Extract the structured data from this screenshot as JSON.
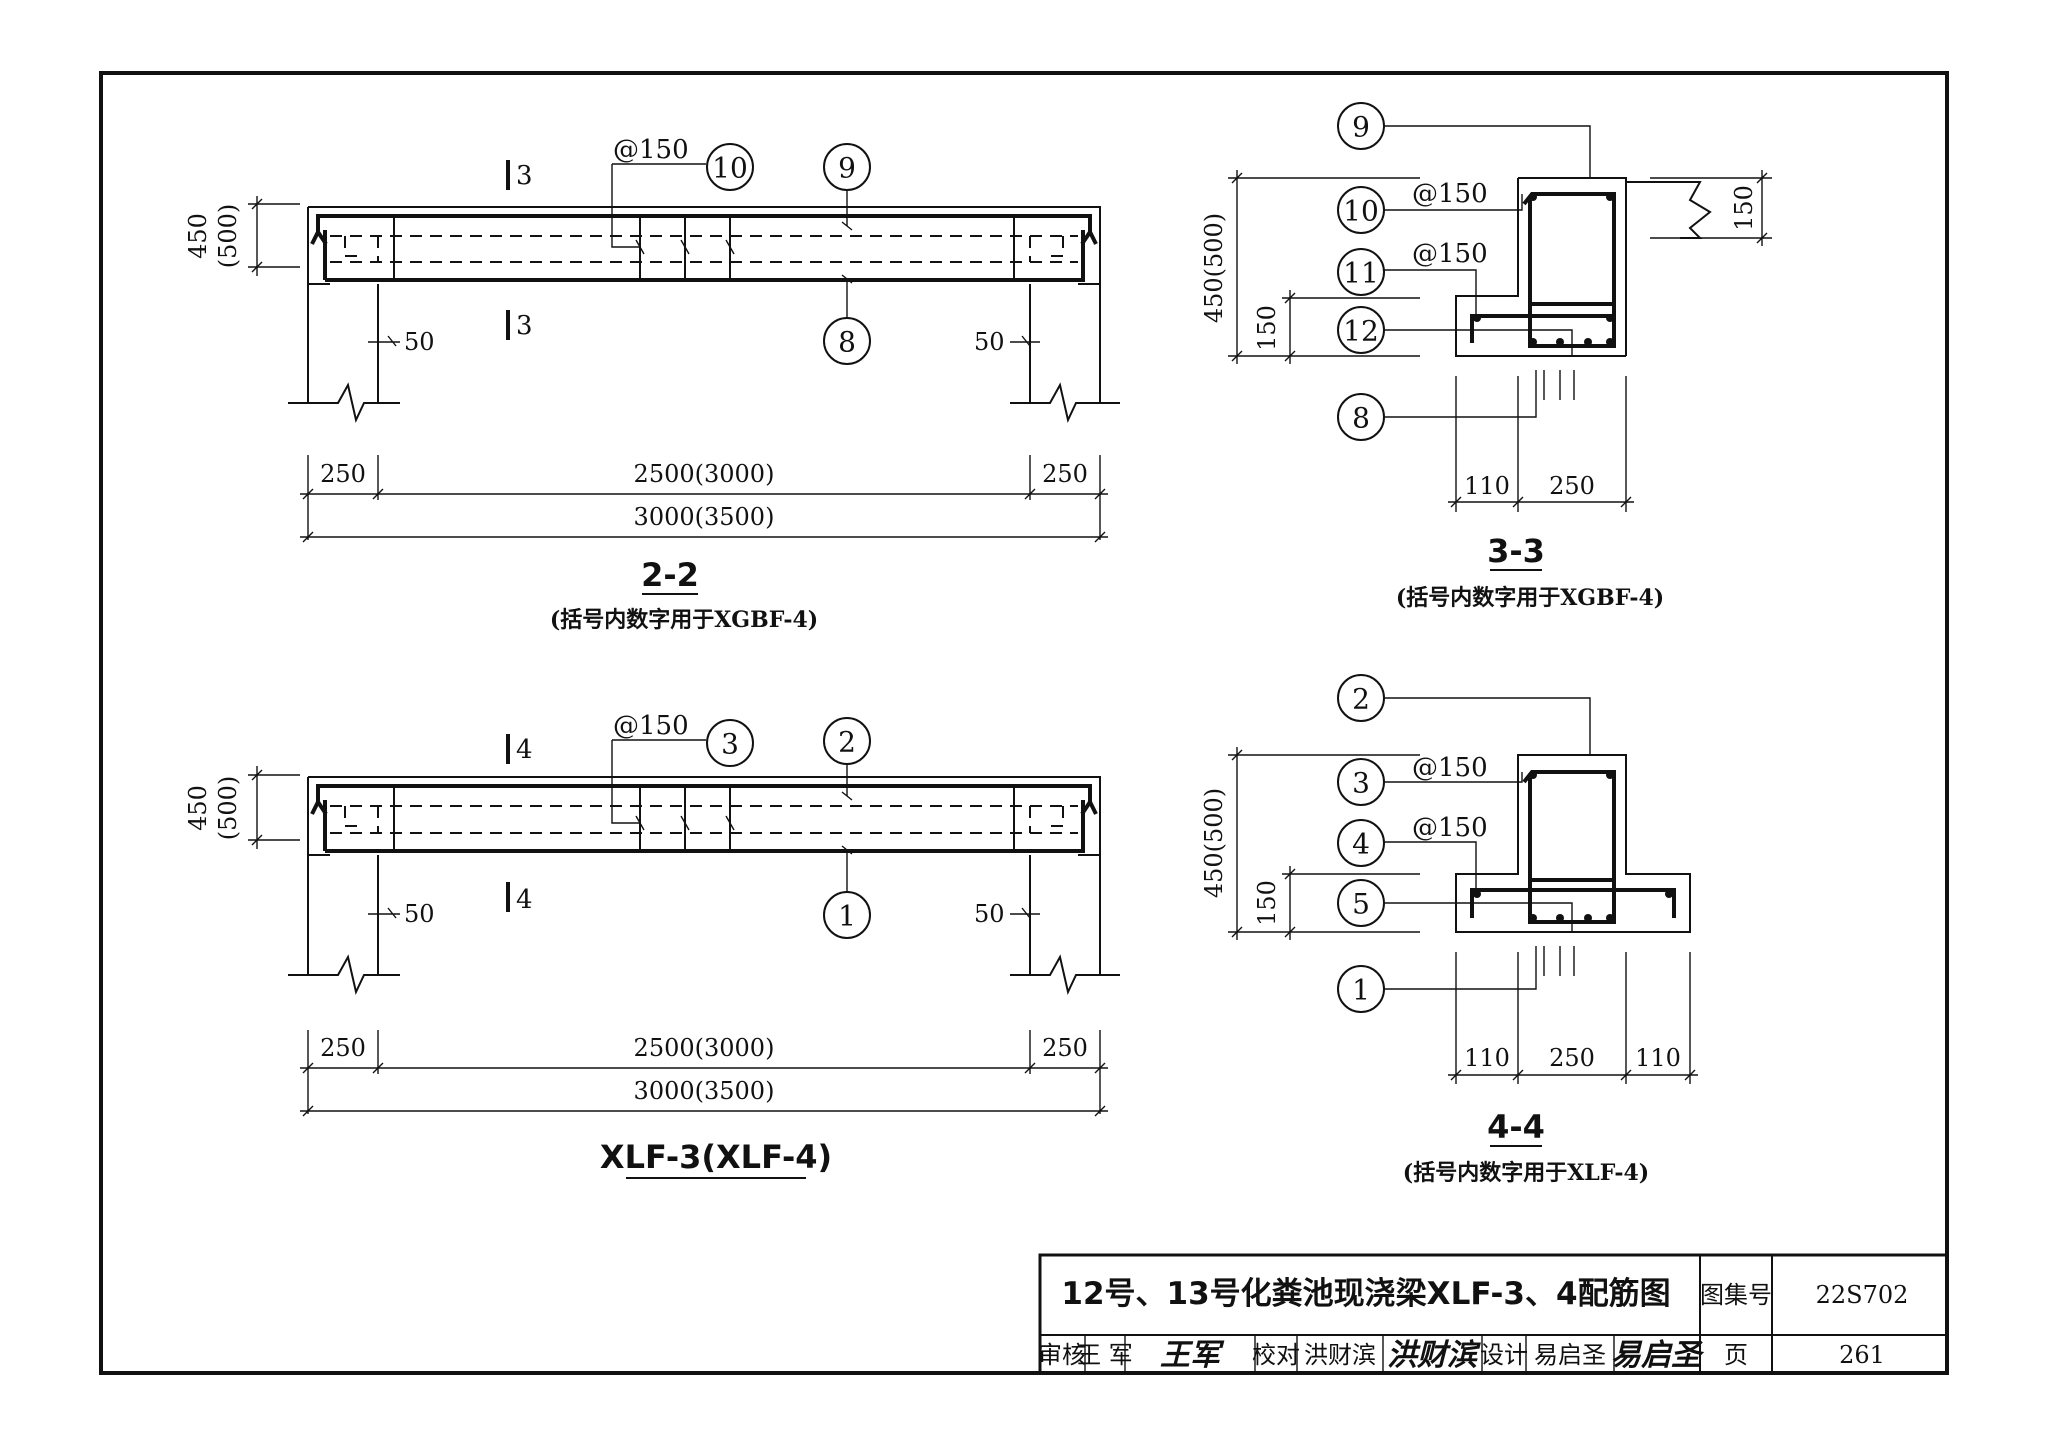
{
  "sheet": {
    "title": "12号、13号化粪池现浇梁XLF-3、4配筋图",
    "atlas_label": "图集号",
    "atlas_no": "22S702",
    "page_label": "页",
    "page_no": "261",
    "review_label": "审核",
    "reviewer": "王 军",
    "reviewer_sig": "王军",
    "check_label": "校对",
    "checker": "洪财滨",
    "checker_sig": "洪财滨",
    "design_label": "设计",
    "designer": "易启圣",
    "designer_sig": "易启圣"
  },
  "view_2_2": {
    "title": "2-2",
    "note": "(括号内数字用于XGBF-4)",
    "height": "450",
    "height_alt": "(500)",
    "spacing": "@150",
    "bar_10": "10",
    "bar_9": "9",
    "bar_8": "8",
    "cut_top": "3",
    "cut_bottom": "3",
    "offset_left": "50",
    "offset_right": "50",
    "span_left": "250",
    "span_mid": "2500(3000)",
    "span_right": "250",
    "span_total": "3000(3500)"
  },
  "view_xlf": {
    "title": "XLF-3(XLF-4)",
    "height": "450",
    "height_alt": "(500)",
    "spacing": "@150",
    "bar_3": "3",
    "bar_2": "2",
    "bar_1": "1",
    "cut_top": "4",
    "cut_bottom": "4",
    "offset_left": "50",
    "offset_right": "50",
    "span_left": "250",
    "span_mid": "2500(3000)",
    "span_right": "250",
    "span_total": "3000(3500)"
  },
  "section_3_3": {
    "title": "3-3",
    "note": "(括号内数字用于XGBF-4)",
    "height": "450(500)",
    "ledge_height": "150",
    "slab_height": "150",
    "spacing_a": "@150",
    "spacing_b": "@150",
    "bar_9": "9",
    "bar_10": "10",
    "bar_11": "11",
    "bar_12": "12",
    "bar_8": "8",
    "width_left": "110",
    "width_mid": "250"
  },
  "section_4_4": {
    "title": "4-4",
    "note": "(括号内数字用于XLF-4)",
    "height": "450(500)",
    "ledge_height": "150",
    "spacing_a": "@150",
    "spacing_b": "@150",
    "bar_2": "2",
    "bar_3": "3",
    "bar_4": "4",
    "bar_5": "5",
    "bar_1": "1",
    "width_left": "110",
    "width_mid": "250",
    "width_right": "110"
  }
}
